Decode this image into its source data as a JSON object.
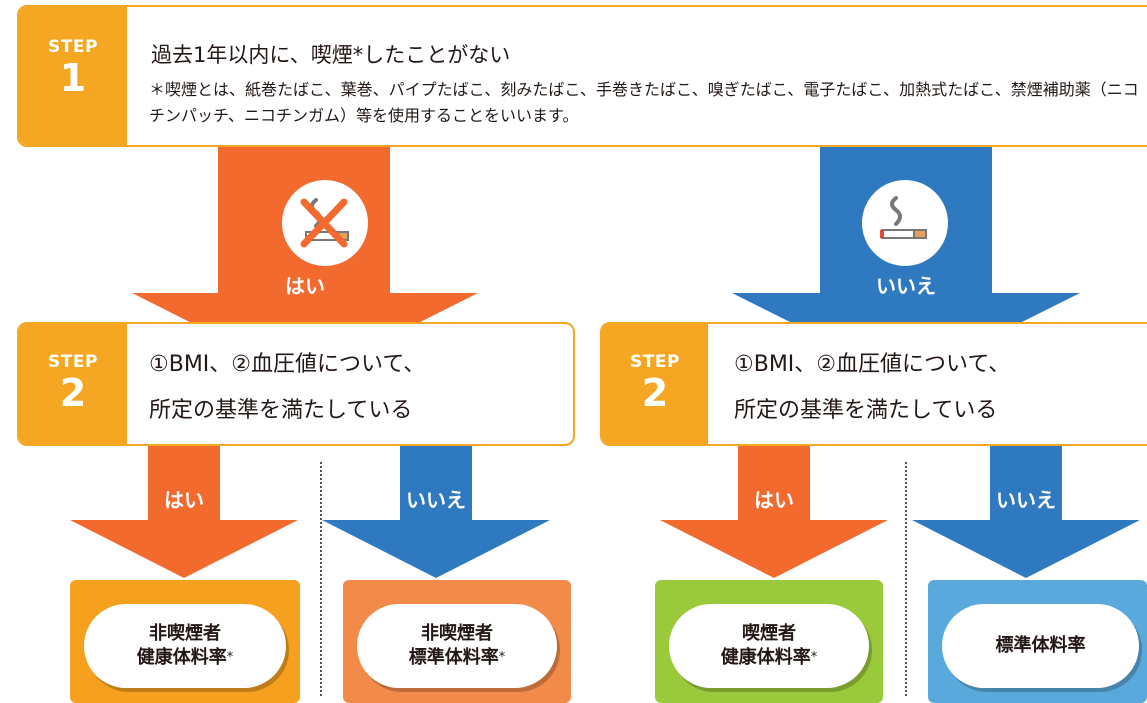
{
  "step1": {
    "step_word": "STEP",
    "step_num": "1",
    "title": "過去1年以内に、喫煙*したことがない",
    "note": "＊喫煙とは、紙巻たばこ、葉巻、パイプたばこ、刻みたばこ、手巻きたばこ、嗅ぎたばこ、電子たばこ、加熱式たばこ、禁煙補助薬（ニコチンパッチ、ニコチンガム）等を使用することをいいます。"
  },
  "branch_yes": {
    "label": "はい",
    "icon": "no-smoking-icon",
    "step2": {
      "step_word": "STEP",
      "step_num": "2",
      "line1": "①BMI、②血圧値について、",
      "line2": "所定の基準を満たしている"
    },
    "yes_label": "はい",
    "no_label": "いいえ",
    "result_yes": {
      "line1": "非喫煙者",
      "line2": "健康体料率",
      "mark": "*"
    },
    "result_no": {
      "line1": "非喫煙者",
      "line2": "標準体料率",
      "mark": "*"
    }
  },
  "branch_no": {
    "label": "いいえ",
    "icon": "cigarette-icon",
    "step2": {
      "step_word": "STEP",
      "step_num": "2",
      "line1": "①BMI、②血圧値について、",
      "line2": "所定の基準を満たしている"
    },
    "yes_label": "はい",
    "no_label": "いいえ",
    "result_yes": {
      "line1": "喫煙者",
      "line2": "健康体料率",
      "mark": "*"
    },
    "result_no": {
      "line1": "標準体料率"
    }
  },
  "colors": {
    "orange": "#f26a2e",
    "blue": "#2e79bf",
    "step_yellow": "#f5a623",
    "result_orange_yellow": "#f5a01e",
    "result_light_orange": "#f28a4a",
    "result_green": "#9ac93c",
    "result_light_blue": "#5aa9dc"
  }
}
